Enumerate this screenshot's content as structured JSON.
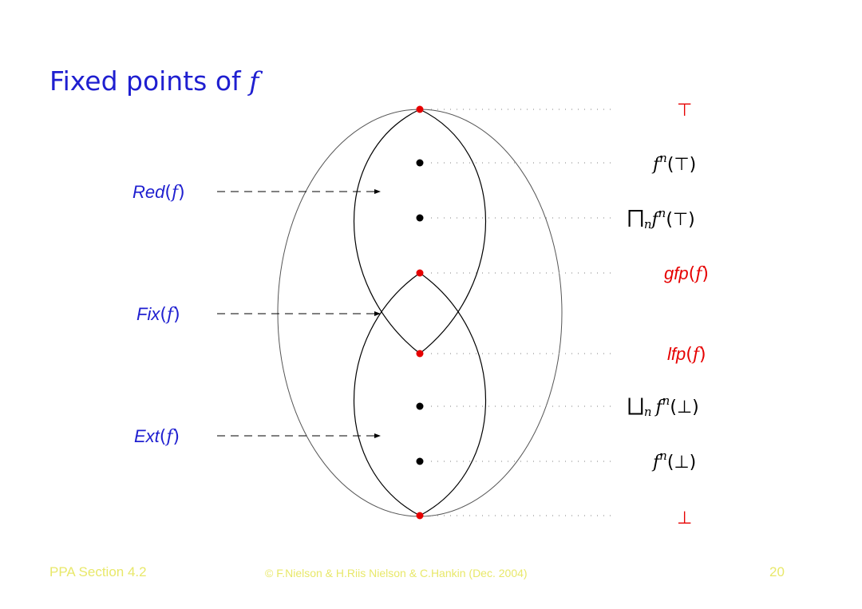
{
  "title": {
    "text": "Fixed points of ",
    "var": "f"
  },
  "diagram": {
    "colors": {
      "ink": "#000000",
      "blue": "#1f1fd0",
      "red": "#e60000",
      "dotted": "#999999"
    },
    "set_labels": [
      {
        "name": "Red",
        "arg": "f"
      },
      {
        "name": "Fix",
        "arg": "f"
      },
      {
        "name": "Ext",
        "arg": "f"
      }
    ],
    "points": [
      {
        "label": "top",
        "color": "red"
      },
      {
        "label": "f^n(top)",
        "color": "black"
      },
      {
        "label": "meet_n f^n(top)",
        "color": "black"
      },
      {
        "label": "gfp(f)",
        "color": "red"
      },
      {
        "label": "lfp(f)",
        "color": "red"
      },
      {
        "label": "join_n f^n(bottom)",
        "color": "black"
      },
      {
        "label": "f^n(bottom)",
        "color": "black"
      },
      {
        "label": "bottom",
        "color": "red"
      }
    ],
    "glyphs": {
      "top": "⊤",
      "bottom": "⊥",
      "meet": "⨅",
      "join": "⨆",
      "f": "f",
      "n": "n",
      "gfp": "gfp",
      "lfp": "lfp"
    }
  },
  "footer": {
    "left": "PPA Section 4.2",
    "copyright_symbol": "©",
    "middle": " F.Nielson & H.Riis Nielson & C.Hankin (Dec. 2004)",
    "page": "20"
  }
}
